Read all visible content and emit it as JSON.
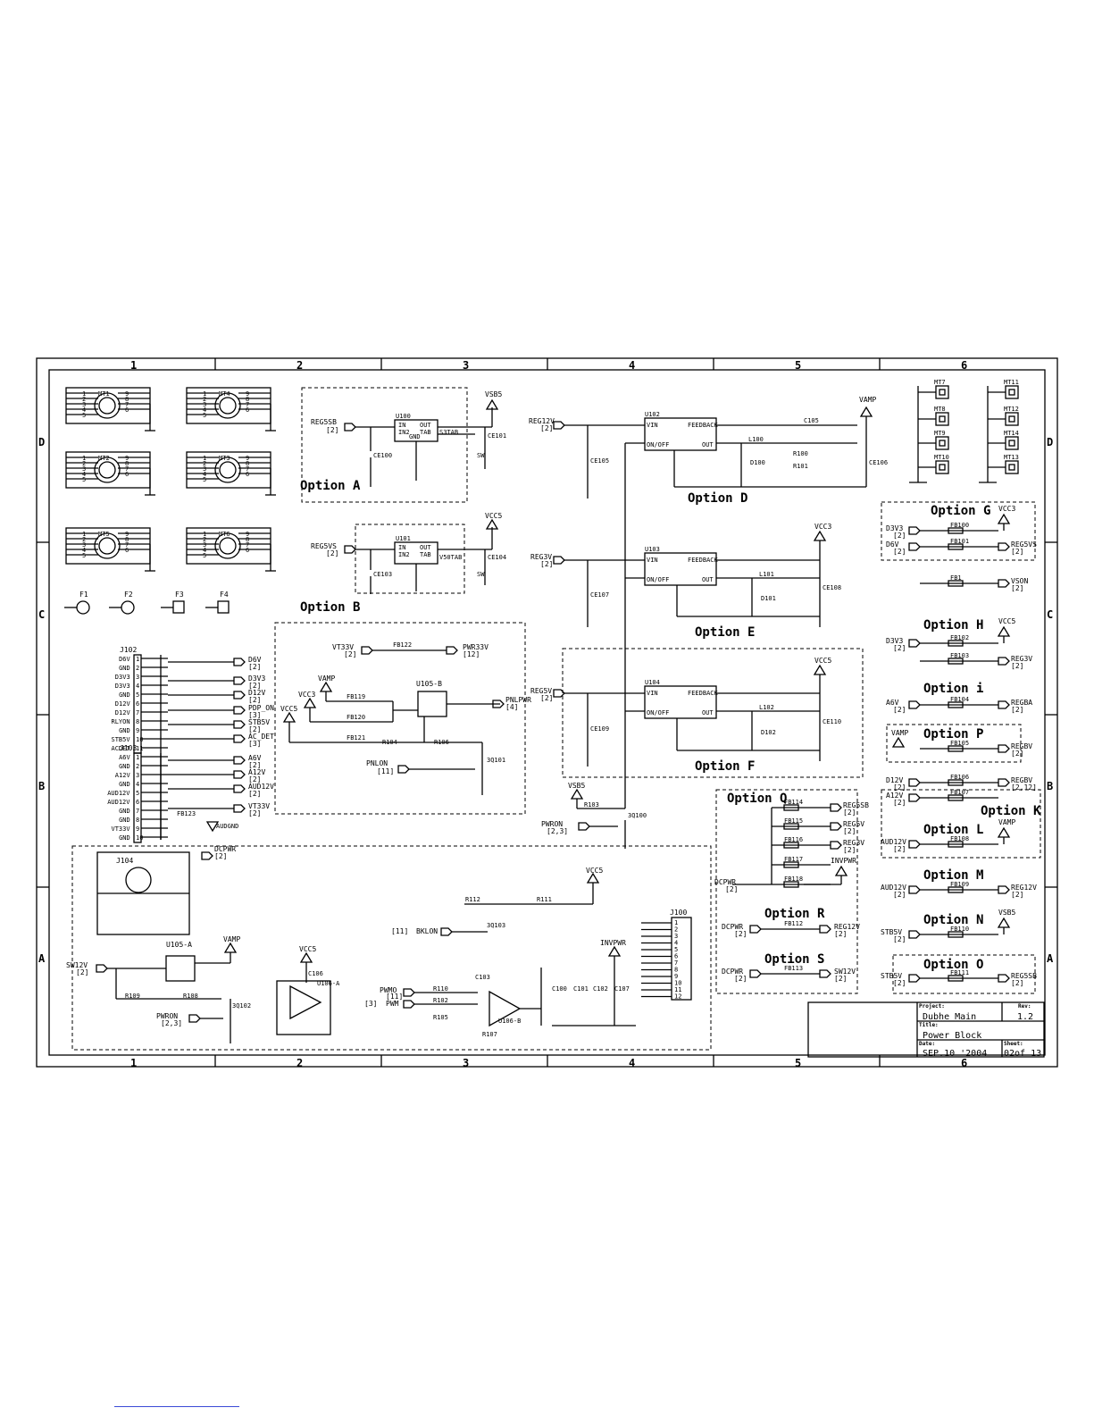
{
  "zones": {
    "columns": [
      "1",
      "2",
      "3",
      "4",
      "5",
      "6"
    ],
    "rows": [
      "D",
      "C",
      "B",
      "A"
    ]
  },
  "options": {
    "A": "Option A",
    "B": "Option B",
    "D": "Option D",
    "E": "Option E",
    "F": "Option F",
    "G": "Option G",
    "H": "Option H",
    "i": "Option i",
    "P": "Option P",
    "Q": "Option Q",
    "K": "Option K",
    "L": "Option L",
    "M": "Option M",
    "N": "Option N",
    "O": "Option O",
    "R": "Option R",
    "S": "Option S"
  },
  "mounts": {
    "left": [
      "MT1",
      "MT4",
      "MT2",
      "MT3",
      "MT5",
      "MT6"
    ],
    "right": [
      "MT7",
      "MT11",
      "MT8",
      "MT12",
      "MT9",
      "MT14",
      "MT10",
      "MT13"
    ],
    "fuses": [
      "F1",
      "F2",
      "F3",
      "F4"
    ],
    "pins_a": [
      "1",
      "2",
      "3",
      "4",
      "5"
    ],
    "pins_b": [
      "9",
      "8",
      "7",
      "6"
    ]
  },
  "j102": {
    "ref": "J102",
    "pins": [
      "D6V",
      "GND",
      "D3V3",
      "D3V3",
      "GND",
      "D12V",
      "D12V",
      "RLYON",
      "GND",
      "STB5V",
      "ACDET"
    ],
    "nums": [
      "1",
      "2",
      "3",
      "4",
      "5",
      "6",
      "7",
      "8",
      "9",
      "10",
      "11"
    ],
    "out_labels": [
      "D6V",
      "D3V3",
      "D12V",
      "PDP_ON",
      "STB5V",
      "AC_DET"
    ],
    "out_sheets": [
      "[2]",
      "[2]",
      "[2]",
      "[3]",
      "[2]",
      "[3]"
    ]
  },
  "j103": {
    "ref": "J103",
    "pins": [
      "A6V",
      "GND",
      "A12V",
      "GND",
      "AUD12V",
      "AUD12V",
      "GND",
      "GND",
      "VT33V",
      "GND"
    ],
    "nums": [
      "1",
      "2",
      "3",
      "4",
      "5",
      "6",
      "7",
      "8",
      "9",
      "10"
    ],
    "out_labels": [
      "A6V",
      "A12V",
      "AUD12V",
      "VT33V"
    ],
    "out_sheets": [
      "[2]",
      "[2]",
      "[2]",
      "[2]"
    ],
    "fb": "FB123",
    "gnd": "AUDGND"
  },
  "nets": {
    "reg5sb": "REG5SB",
    "reg5vs": "REG5VS",
    "reg12v": "REG12V",
    "reg3v": "REG3V",
    "reg5v": "REG5V",
    "vsb5": "VSB5",
    "vcc5": "VCC5",
    "vcc3": "VCC3",
    "vamp": "VAMP",
    "vt33v": "VT33V",
    "pwr33v": "PWR33V",
    "pnlpwr": "PNLPWR",
    "pnlon": "PNLON",
    "pwron": "PWRON",
    "dcpwr": "DCPWR",
    "sw12v": "SW12V",
    "invpwr": "INVPWR",
    "bklon": "BKLON",
    "pwmo": "PWMO",
    "pwm": "PWM",
    "d3v3": "D3V3",
    "d6v": "D6V",
    "vson": "VSON",
    "a6v": "A6V",
    "rega": "REGBA",
    "regb": "REGBV",
    "d12v": "D12V",
    "a12v": "A12V",
    "aud12v": "AUD12V",
    "stb5v": "STB5V",
    "gnd": "GND"
  },
  "sheets": {
    "s2": "[2]",
    "s3": "[3]",
    "s4": "[4]",
    "s11": "[11]",
    "s12": "[12]",
    "s23": "[2,3]",
    "s212": "[2,12]"
  },
  "parts": {
    "u100": "U100",
    "u101": "U101",
    "u102": "U102",
    "u103": "U103",
    "u104": "U104",
    "u105a": "U105-A",
    "u105b": "U105-B",
    "u106a": "U106-A",
    "u106b": "U106-B",
    "ce100": "CE100",
    "ce101": "CE101",
    "ce103": "CE103",
    "ce104": "CE104",
    "ce105": "CE105",
    "ce106": "CE106",
    "ce107": "CE107",
    "ce108": "CE108",
    "ce109": "CE109",
    "ce110": "CE110",
    "c100": "C100",
    "c101": "C101",
    "c102": "C102",
    "c103": "C103",
    "c105": "C105",
    "c106": "C106",
    "c107": "C107",
    "l100": "L100",
    "l101": "L101",
    "l102": "L102",
    "d100": "D100",
    "d101": "D101",
    "d102": "D102",
    "r100": "R100",
    "r101": "R101",
    "r102": "R102",
    "r103": "R103",
    "r104": "R104",
    "r105": "R105",
    "r106": "R106",
    "r107": "R107",
    "r108": "R108",
    "r109": "R109",
    "r110": "R110",
    "r111": "R111",
    "r112": "R112",
    "q100": "3Q100",
    "q101": "3Q101",
    "q102": "3Q102",
    "q103": "3Q103",
    "j100": "J100",
    "j104": "J104",
    "fb100": "FB100",
    "fb101": "FB101",
    "fb102": "FB102",
    "fb103": "FB103",
    "fb104": "FB104",
    "fb105": "FB105",
    "fb106": "FB106",
    "fb107": "FB107",
    "fb108": "FB108",
    "fb109": "FB109",
    "fb110": "FB110",
    "fb111": "FB111",
    "fb112": "FB112",
    "fb113": "FB113",
    "fb114": "FB114",
    "fb115": "FB115",
    "fb116": "FB116",
    "fb117": "FB117",
    "fb118": "FB118",
    "fb119": "FB119",
    "fb120": "FB120",
    "fb121": "FB121",
    "fb122": "FB122",
    "fb1": "FB1"
  },
  "pinlabels": {
    "in": "IN",
    "in2": "IN2",
    "out": "OUT",
    "tab": "TAB",
    "gnd": "GND",
    "s3tab": "S3TAB",
    "v50tab": "V50TAB",
    "vin": "VIN",
    "feedback": "FEEDBACK",
    "onoff": "ON/OFF",
    "out2": "OUT",
    "tabgnd": "TAB GND",
    "sw": "SW",
    "p1": "1",
    "p2": "2",
    "p3": "3",
    "p4": "4",
    "p5": "5",
    "p6": "6",
    "p7": "7",
    "p8": "8"
  },
  "j100pins": [
    "1",
    "2",
    "3",
    "4",
    "5",
    "6",
    "7",
    "8",
    "9",
    "10",
    "11",
    "12"
  ],
  "titleblock": {
    "project_label": "Project:",
    "project": "Dubhe Main",
    "rev_label": "Rev:",
    "rev": "1.2",
    "title_label": "Title:",
    "title": "Power Block",
    "date_label": "Date:",
    "date": "SEP.10 '2004",
    "sheet_label": "Sheet:",
    "sheet": "02of 13"
  }
}
